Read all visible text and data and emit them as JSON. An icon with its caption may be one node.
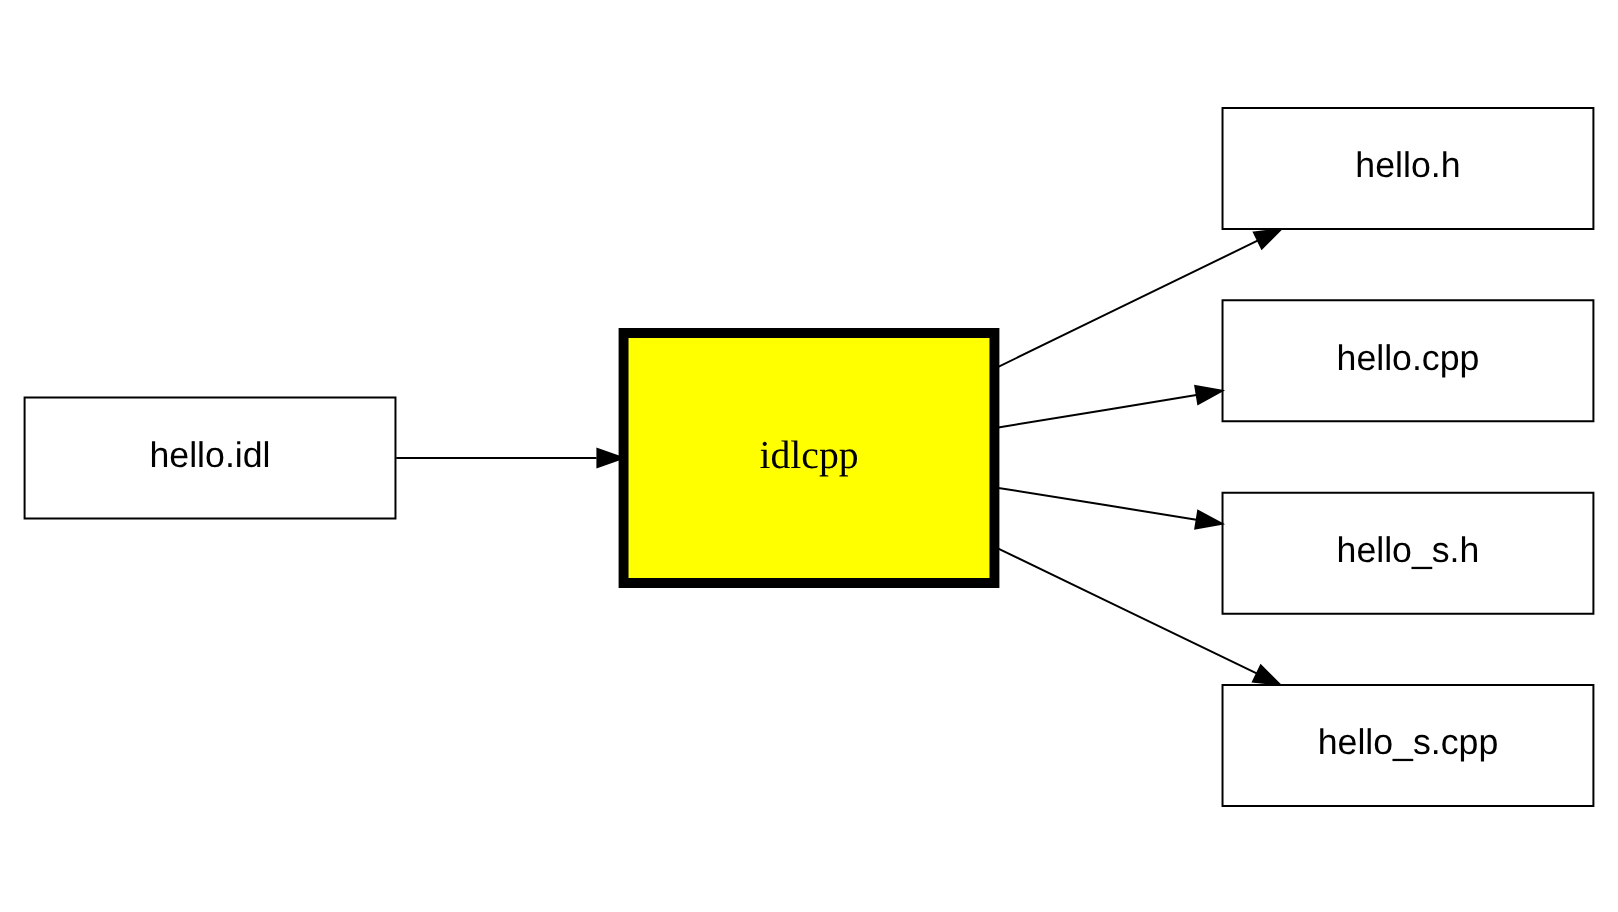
{
  "diagram": {
    "nodes": [
      {
        "text": [
          "hello.idl"
        ]
      },
      {
        "text": [
          "idlcpp"
        ]
      },
      {
        "text": [
          "hello.h"
        ]
      },
      {
        "text": [
          "hello.cpp"
        ]
      },
      {
        "text": [
          "hello_s.h"
        ]
      },
      {
        "text": [
          "hello_s.cpp"
        ]
      }
    ],
    "edges": [
      {
        "from": 0,
        "to": 1,
        "arrow": "to"
      },
      {
        "from": 1,
        "to": 2,
        "arrow": "to"
      },
      {
        "from": 1,
        "to": 3,
        "arrow": "to"
      },
      {
        "from": 1,
        "to": 4,
        "arrow": "to"
      },
      {
        "from": 1,
        "to": 5,
        "arrow": "to"
      }
    ]
  }
}
